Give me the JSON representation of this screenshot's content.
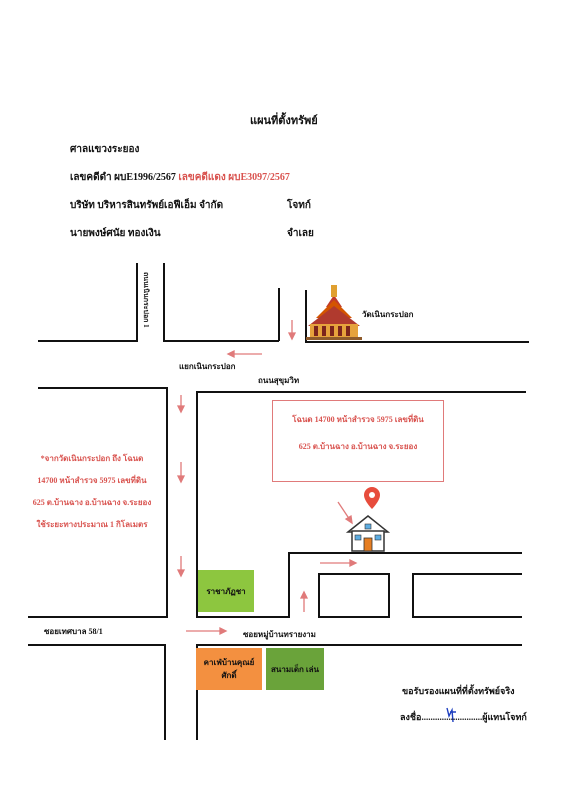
{
  "header": {
    "title": "แผนที่ตั้งทรัพย์",
    "court": "ศาลแขวงระยอง",
    "case_black_label": "เลขคดีดำ ผบE1996/2567",
    "case_red_label": "เลขคดีแดง ผบE3097/2567",
    "plaintiff": "บริษัท บริหารสินทรัพย์เอฟีเอ็ม จำกัด",
    "plaintiff_role": "โจทก์",
    "defendant": "นายพงษ์ศนัย ทองเงิน",
    "defendant_role": "จำเลย"
  },
  "map": {
    "road_vertical_left": "ถนนเนินกระปอก 1",
    "temple": "วัดเนินกระปอก",
    "junction": "แยกเนินกระปอก",
    "road_sukhumvit": "ถนนสุขุมวิท",
    "soi_left": "ซอยเทศบาล 58/1",
    "soi_main": "ซอยหมู่บ้านทรายงาม",
    "route_note_lines": [
      "*จากวัดเนินกระปอก ถึง โฉนด",
      "14700 หน้าสำรวจ 5975 เลขที่ดิน",
      "625 ต.บ้านฉาง อ.บ้านฉาง จ.ระยอง",
      "ใช้ระยะทางประมาณ 1 กิโลเมตร"
    ],
    "deed_box_lines": [
      "โฉนด 14700 หน้าสำรวจ 5975 เลขที่ดิน",
      "625 ต.บ้านฉาง อ.บ้านฉาง จ.ระยอง"
    ],
    "place_green_top": "ราชาภัฏชา",
    "place_orange": "คาเฟ่บ้านคุณย์ ศักดิ์",
    "place_green_bottom": "สนามเด็ก เล่น"
  },
  "certify": {
    "line1": "ขอรับรองแผนที่ที่ตั้งทรัพย์จริง",
    "sign_prefix": "ลงชื่อ",
    "sign_dots_left": ".................",
    "sign_dots_right": "..........",
    "sign_suffix": "ผู้แทนโจทก์"
  },
  "colors": {
    "road": "#111111",
    "accent_red": "#d9534f",
    "arrow_red": "#e07a7a",
    "green": "#8dc63f",
    "green_dark": "#6aa33a",
    "orange": "#f39040",
    "signature_blue": "#1e3fbf"
  }
}
